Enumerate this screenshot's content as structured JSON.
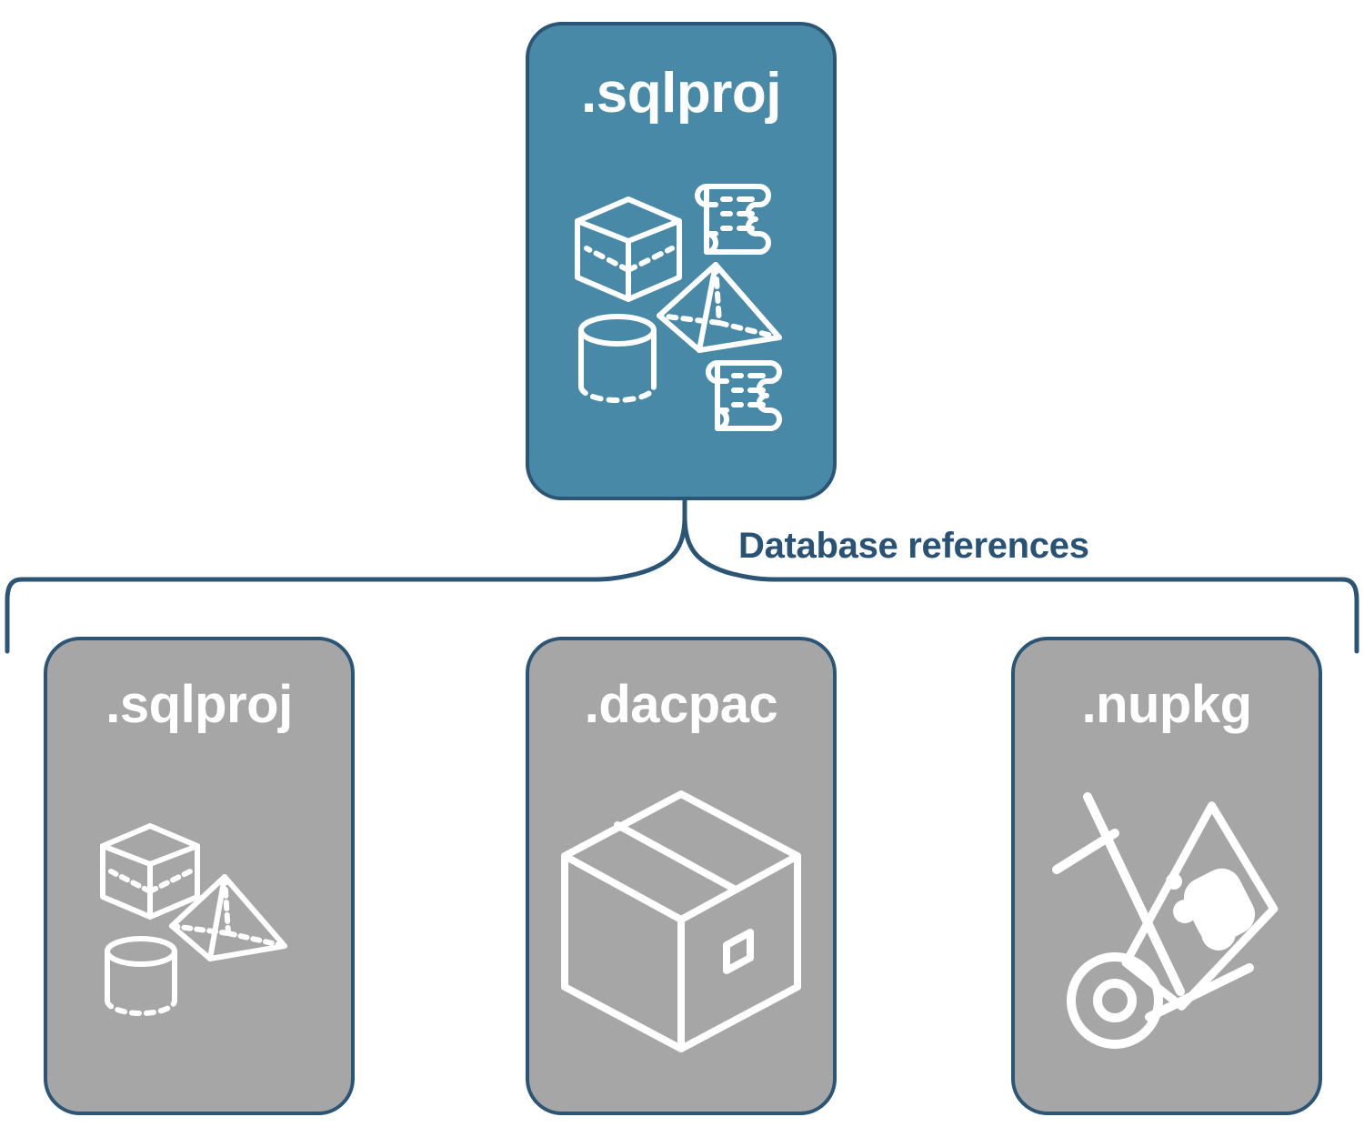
{
  "diagram": {
    "title_text": "Database references",
    "colors": {
      "accent_blue_fill": "#4889a8",
      "card_gray_fill": "#a6a6a6",
      "border_navy": "#2c5575",
      "label_navy": "#2a5274",
      "icon_white": "#ffffff",
      "page_background": "#ffffff"
    },
    "root": {
      "label": ".sqlproj",
      "fill": "#4889a8",
      "icons": [
        "wireframe-cube-icon",
        "wireframe-pyramid-icon",
        "wireframe-cylinder-icon",
        "scroll-script-icon",
        "scroll-script-icon"
      ]
    },
    "connector": {
      "type": "curly-brace",
      "label": "Database references"
    },
    "children": [
      {
        "label": ".sqlproj",
        "fill": "#a6a6a6",
        "icons": [
          "wireframe-cube-icon",
          "wireframe-pyramid-icon",
          "wireframe-cylinder-icon"
        ]
      },
      {
        "label": ".dacpac",
        "fill": "#a6a6a6",
        "icons": [
          "shipping-box-icon"
        ]
      },
      {
        "label": ".nupkg",
        "fill": "#a6a6a6",
        "icons": [
          "hand-truck-package-icon"
        ]
      }
    ]
  }
}
